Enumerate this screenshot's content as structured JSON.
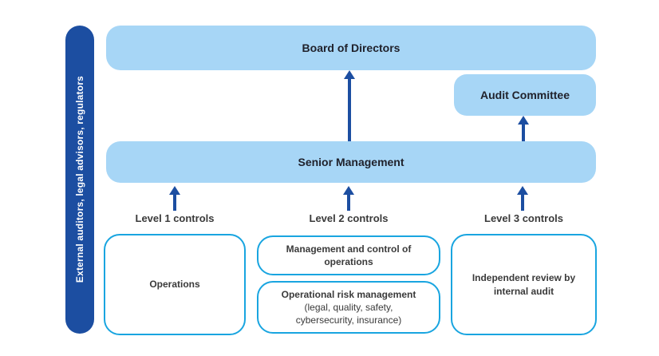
{
  "palette": {
    "dark_blue": "#1c4ea1",
    "light_blue_fill": "#a7d6f6",
    "cyan_border": "#19a5e0",
    "bar_text": "#20222c",
    "box_text": "#3a3a3a",
    "sidebar_text": "#ffffff"
  },
  "sidebar": {
    "label": "External auditors, legal advisors, regulators"
  },
  "nodes": {
    "board_of_directors": "Board of Directors",
    "audit_committee": "Audit Committee",
    "senior_management": "Senior Management"
  },
  "level_labels": {
    "level1": "Level 1 controls",
    "level2": "Level 2 controls",
    "level3": "Level 3 controls"
  },
  "control_boxes": {
    "operations": "Operations",
    "management_control": "Management and control of operations",
    "operational_risk_title": "Operational risk management",
    "operational_risk_detail": "(legal, quality, safety, cybersecurity, insurance)",
    "independent_review": "Independent review by internal audit"
  }
}
